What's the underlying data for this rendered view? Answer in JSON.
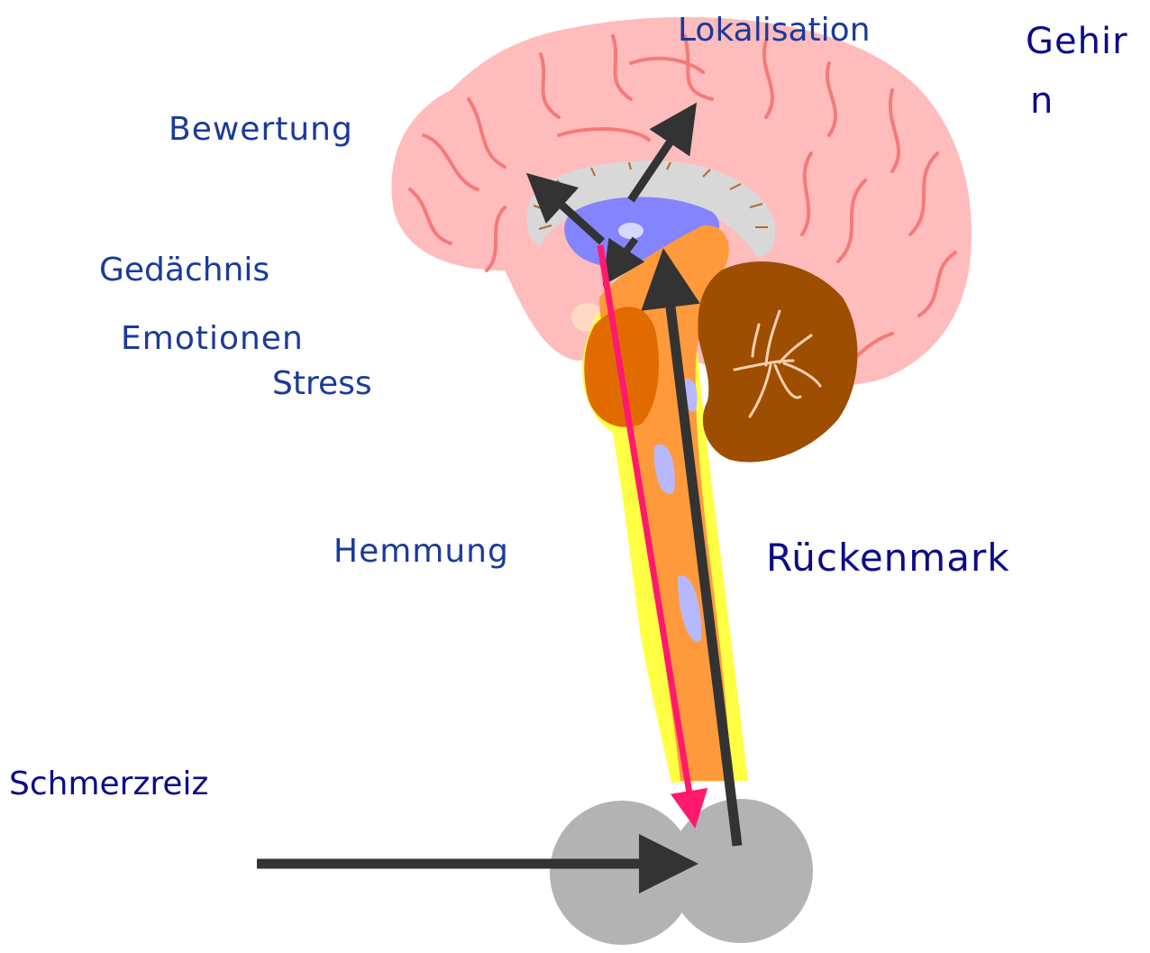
{
  "labels": {
    "lokalisation": "Lokalisation",
    "gehirn_line1": "Gehir",
    "gehirn_line2": "n",
    "bewertung": "Bewertung",
    "gedaechnis": "Gedächnis",
    "emotionen": "Emotionen",
    "stress": "Stress",
    "hemmung": "Hemmung",
    "rueckenmark": "Rückenmark",
    "schmerzreiz": "Schmerzreiz"
  },
  "colors": {
    "label_blue": "#1a3a9c",
    "label_navy": "#0b0b8a",
    "cerebrum": "#ffbcbc",
    "gyri": "#f47a7a",
    "corpus_callosum": "#d8d8d8",
    "thalamus": "#8484ff",
    "brainstem": "#ff9a3c",
    "brainstem_outline": "#ffff44",
    "cerebellum": "#9e4e00",
    "spinal_segment": "#b3b3b3",
    "arrow_dark": "#333333",
    "arrow_pink": "#ff1a6e"
  }
}
